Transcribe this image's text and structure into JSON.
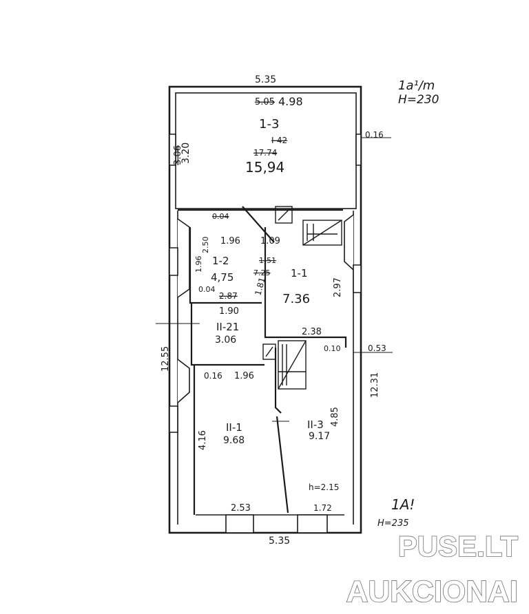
{
  "plan": {
    "top_right_note": "1a¹/m",
    "top_right_height": "H=230",
    "bottom_right_note": "1A!",
    "bottom_right_height": "H=235",
    "dims": {
      "top_width": "5.35",
      "bottom_width": "5.35",
      "top_inner_old": "5.05",
      "top_inner": "4.98",
      "left_old": "3.06",
      "left_height": "3.20",
      "right_offset": "0.16",
      "overall_left": "12.55",
      "overall_right": "12.31",
      "right_wall": "0.53",
      "d_196": "1.96",
      "d_109": "1.09",
      "d_004": "0.04",
      "d_250": "2.50",
      "d_297": "2.97",
      "d_190": "1.90",
      "d_087": "2.87",
      "d_004b": "0.04",
      "d_238": "2.38",
      "d_010": "0.10",
      "d_016": "0.16",
      "d_196b": "1.96",
      "d_416": "4.16",
      "d_485": "4.85",
      "d_253": "2.53",
      "d_172": "1.72",
      "d_181": "1.81",
      "d_196v": "1.96",
      "h_215": "h=2.15"
    },
    "rooms": [
      {
        "id": "1-3",
        "old": "I-42",
        "old_area": "17.74",
        "area": "15,94"
      },
      {
        "id": "1-2",
        "area": "4,75"
      },
      {
        "id": "1-1",
        "area": "7.36",
        "old": "1-51",
        "old_area": "7.25"
      },
      {
        "id": "II-21",
        "area": "3.06"
      },
      {
        "id": "II-1",
        "area": "9.68"
      },
      {
        "id": "II-3",
        "area": "9.17"
      }
    ]
  },
  "watermark": {
    "line1": "PUSE.LT",
    "line2": "AUKCIONAI"
  }
}
